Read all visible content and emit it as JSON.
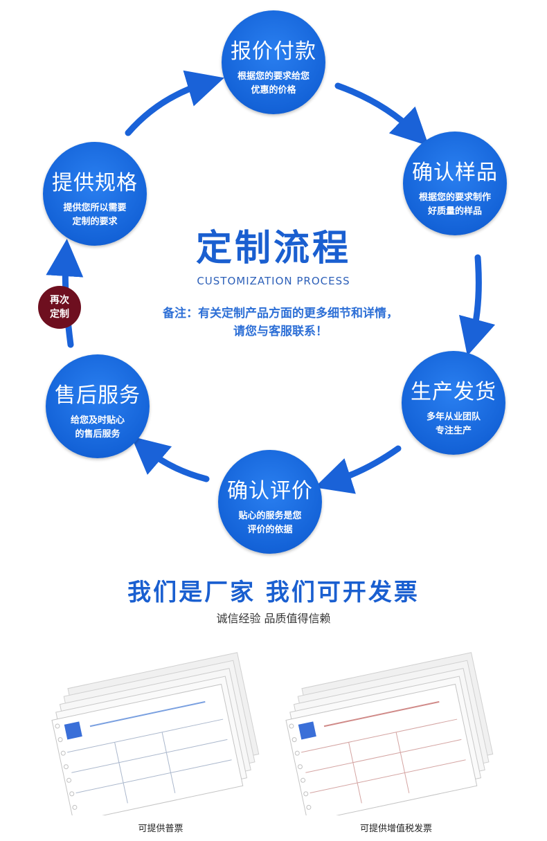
{
  "steps": [
    {
      "title": "报价付款",
      "desc_line1": "根据您的要求给您",
      "desc_line2": "优惠的价格"
    },
    {
      "title": "确认样品",
      "desc_line1": "根据您的要求制作",
      "desc_line2": "好质量的样品"
    },
    {
      "title": "生产发货",
      "desc_line1": "多年从业团队",
      "desc_line2": "专注生产"
    },
    {
      "title": "确认评价",
      "desc_line1": "贴心的服务是您",
      "desc_line2": "评价的依据"
    },
    {
      "title": "售后服务",
      "desc_line1": "给您及时贴心",
      "desc_line2": "的售后服务"
    },
    {
      "title": "提供规格",
      "desc_line1": "提供您所以需要",
      "desc_line2": "定制的要求"
    }
  ],
  "again_line1": "再次",
  "again_line2": "定制",
  "center": {
    "title": "定制流程",
    "subtitle": "CUSTOMIZATION PROCESS",
    "note_line1": "备注：有关定制产品方面的更多细节和详情，",
    "note_line2": "请您与客服联系！"
  },
  "factory": {
    "title": "我们是厂家  我们可开发票",
    "subtitle": "诚信经验 品质值得信赖"
  },
  "invoices": [
    {
      "caption": "可提供普票",
      "stamp_color": "#3a6fd8"
    },
    {
      "caption": "可提供增值税发票",
      "stamp_color": "#c0504d"
    }
  ],
  "colors": {
    "accent": "#1a5fd0",
    "circle": "#1463d8",
    "again": "#6e0f1f"
  }
}
